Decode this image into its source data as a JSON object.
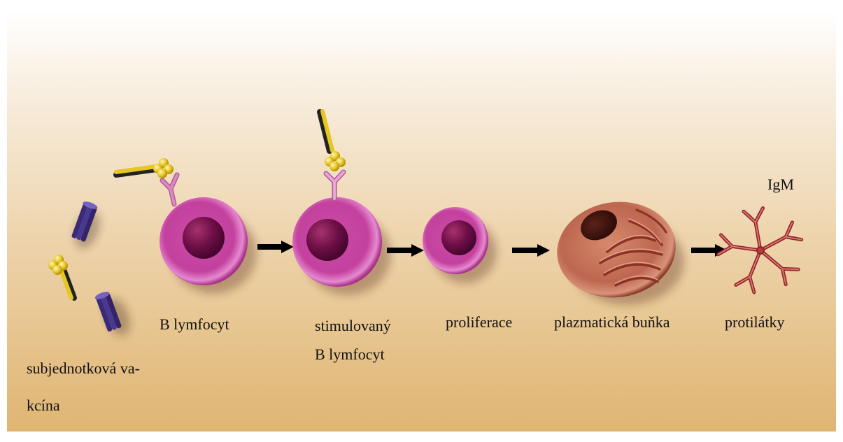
{
  "labels": {
    "vaccine_line1": "subjednotková va-",
    "vaccine_line2": "kcína",
    "b_lymphocyte": "B lymfocyt",
    "stimulated_line1": "stimulovaný",
    "stimulated_line2": "B lymfocyt",
    "proliferation": "proliferace",
    "plasma_cell": "plazmatická buňka",
    "antibodies": "protilátky",
    "igm": "IgM"
  },
  "colors": {
    "background_top": "#ffffff",
    "background_bottom": "#dfb572",
    "cell": "#c4419e",
    "nucleus": "#6e0f48",
    "plasma_cell": "#bd6650",
    "antigen": "#e6c620",
    "vaccine_subunit": "#3b2a78",
    "receptor": "#d98ac4",
    "antibody": "#b83a3a",
    "arrow": "#000000"
  }
}
